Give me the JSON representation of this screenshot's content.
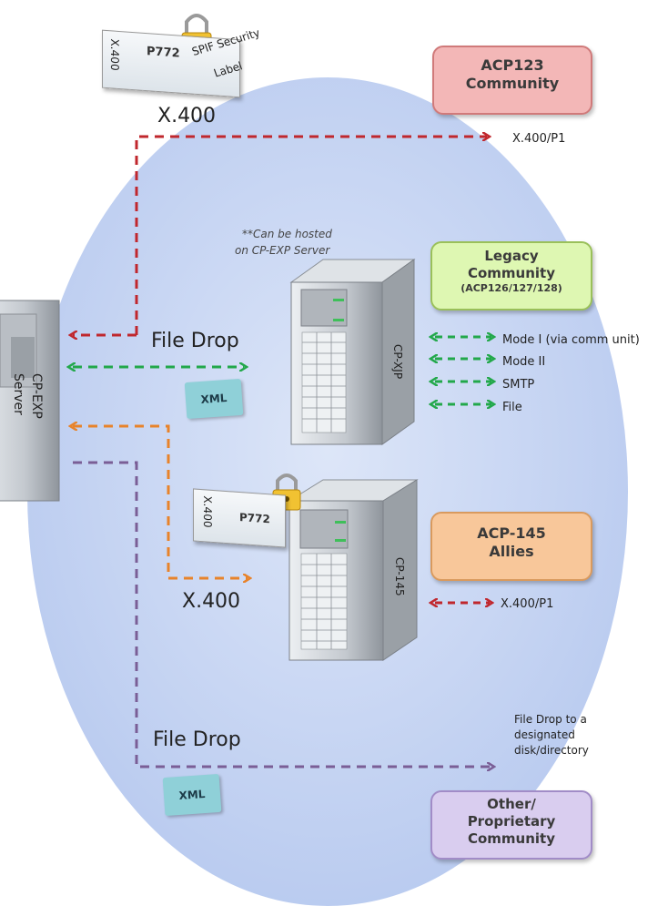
{
  "top_label": {
    "p772": "P772",
    "x400_vertical": "X.400",
    "spif": "SPIF Security",
    "spif2": "Label"
  },
  "x400_top": "X.400",
  "acp123": {
    "line1": "ACP123",
    "line2": "Community"
  },
  "x400_p1_top": "X.400/P1",
  "hosted_note": {
    "line1": "**Can be hosted",
    "line2": "on CP-EXP Server"
  },
  "legacy": {
    "line1": "Legacy",
    "line2": "Community",
    "line3": "(ACP126/127/128)"
  },
  "cp_exp": {
    "line1": "CP-EXP",
    "line2": "Server"
  },
  "file_drop_top": "File Drop",
  "xml_1": "XML",
  "cp_xjp": "CP-XJP",
  "modes": [
    "Mode I (via comm unit)",
    "Mode II",
    "SMTP",
    "File"
  ],
  "bottom_label": {
    "p772": "P772",
    "x400_vertical": "X.400"
  },
  "acp145": {
    "line1": "ACP-145",
    "line2": "Allies"
  },
  "x400_mid": "X.400",
  "cp_145": "CP-145",
  "x400_p1_mid": "X.400/P1",
  "file_drop_bottom": "File Drop",
  "file_drop_note": {
    "line1": "File Drop to a",
    "line2": "designated",
    "line3": "disk/directory"
  },
  "xml_2": "XML",
  "other": {
    "line1": "Other/",
    "line2": "Proprietary",
    "line3": "Community"
  },
  "colors": {
    "ellipse_fill": "#c3d3f3",
    "acp123_fill": "#f3b7b7",
    "legacy_fill": "#def7b2",
    "acp145_fill": "#f8c79a",
    "other_fill": "#d9cdef",
    "red_arrow": "#c0272d",
    "green_arrow": "#22a84a",
    "orange_arrow": "#e8832a",
    "purple_arrow": "#7a5e96"
  }
}
